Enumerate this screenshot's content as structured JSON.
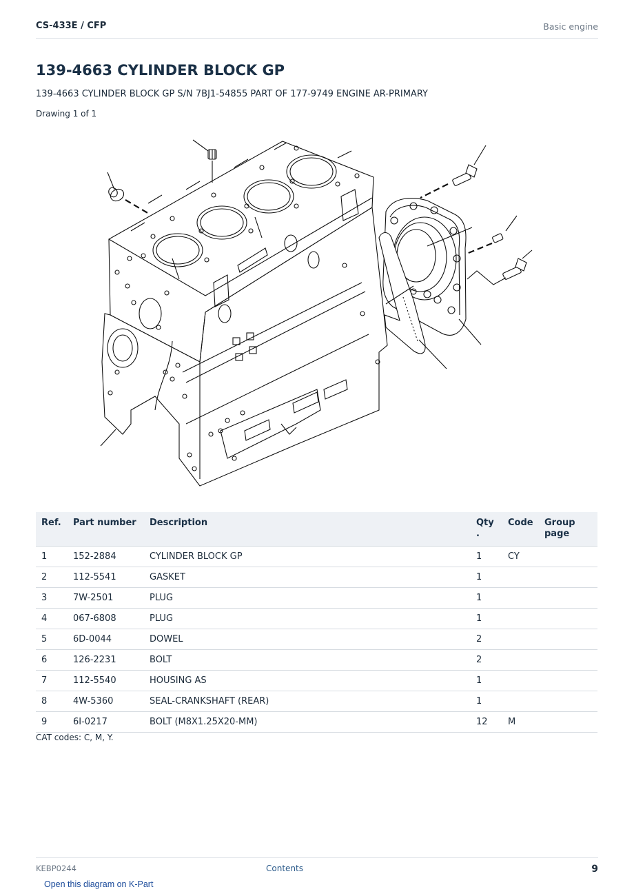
{
  "header": {
    "model": "CS-433E  /  CFP",
    "section": "Basic engine"
  },
  "title": "139-4663 CYLINDER BLOCK GP",
  "subtitle": "139-4663 CYLINDER BLOCK GP S/N 7BJ1-54855 PART OF 177-9749 ENGINE AR-PRIMARY",
  "drawing_count": "Drawing 1 of 1",
  "table": {
    "headers": [
      "Ref.",
      "Part number",
      "Description",
      "Qty\n.",
      "Code",
      "Group\npage"
    ],
    "rows": [
      [
        "1",
        "152-2884",
        "CYLINDER BLOCK GP",
        "1",
        "CY",
        ""
      ],
      [
        "2",
        "112-5541",
        "GASKET",
        "1",
        "",
        ""
      ],
      [
        "3",
        "7W-2501",
        "PLUG",
        "1",
        "",
        ""
      ],
      [
        "4",
        "067-6808",
        "PLUG",
        "1",
        "",
        ""
      ],
      [
        "5",
        "6D-0044",
        "DOWEL",
        "2",
        "",
        ""
      ],
      [
        "6",
        "126-2231",
        "BOLT",
        "2",
        "",
        ""
      ],
      [
        "7",
        "112-5540",
        "HOUSING AS",
        "1",
        "",
        ""
      ],
      [
        "8",
        "4W-5360",
        "SEAL-CRANKSHAFT (REAR)",
        "1",
        "",
        ""
      ],
      [
        "9",
        "6I-0217",
        "BOLT (M8X1.25X20-MM)",
        "12",
        "M",
        ""
      ]
    ]
  },
  "note": "CAT codes: C, M, Y.",
  "footer": {
    "doc_id": "KEBP0244",
    "contents": "Contents",
    "page": "9"
  },
  "kpart_link": "Open this diagram on K-Part"
}
